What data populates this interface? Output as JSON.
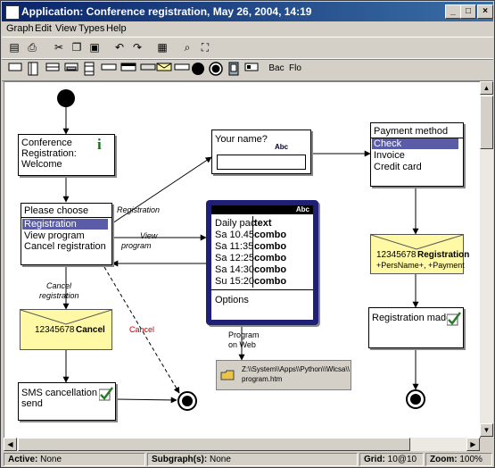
{
  "window": {
    "title": "Application: Conference registration, May 26, 2004, 14:19"
  },
  "menu": [
    "Graph",
    "Edit",
    "View",
    "Types",
    "Help"
  ],
  "toolbar2": {
    "bac": "Bac",
    "flo": "Flo"
  },
  "status": {
    "active_label": "Active:",
    "active_value": "None",
    "subgraphs_label": "Subgraph(s):",
    "subgraphs_value": "None",
    "grid_label": "Grid:",
    "grid_value": "10@10",
    "zoom_label": "Zoom:",
    "zoom_value": "100%"
  },
  "diagram": {
    "welcome": {
      "lines": [
        "Conference",
        "Registration:",
        "Welcome"
      ],
      "icon_glyph": "i"
    },
    "choose": {
      "title": "Please choose",
      "items": [
        "Registration",
        "View program",
        "Cancel registration"
      ]
    },
    "name": {
      "title": "Your name?",
      "abc": "Abc"
    },
    "phone": {
      "abc": "Abc",
      "header": "Daily pac",
      "header_value": "text",
      "rows": [
        {
          "time": "Sa 10.45",
          "value": "combo"
        },
        {
          "time": "Sa 11:35",
          "value": "combo"
        },
        {
          "time": "Sa 12:25",
          "value": "combo"
        },
        {
          "time": "Sa 14:30",
          "value": "combo"
        },
        {
          "time": "Su 15:20",
          "value": "combo"
        }
      ],
      "options": "Options"
    },
    "payment": {
      "title": "Payment method",
      "items": [
        "Check",
        "Invoice",
        "Credit card"
      ]
    },
    "reg_sms": {
      "number": "12345678",
      "word": "Registration",
      "params": "+PersName+, +Payment"
    },
    "reg_made": {
      "text": "Registration made"
    },
    "cancel_sms": {
      "number": "12345678",
      "word": "Cancel"
    },
    "sms_cancel": {
      "lines": [
        "SMS cancellation",
        "send"
      ]
    },
    "program_file": {
      "path1": "Z:\\\\System\\\\Apps\\\\Python\\\\Wlcsa\\\\",
      "path2": "program.htm"
    },
    "labels": {
      "registration": "Registration",
      "view_program_1": "View",
      "view_program_2": "program",
      "cancel_reg_1": "Cancel",
      "cancel_reg_2": "registration",
      "cancel": "Cancel",
      "program_web_1": "Program",
      "program_web_2": "on Web"
    }
  }
}
